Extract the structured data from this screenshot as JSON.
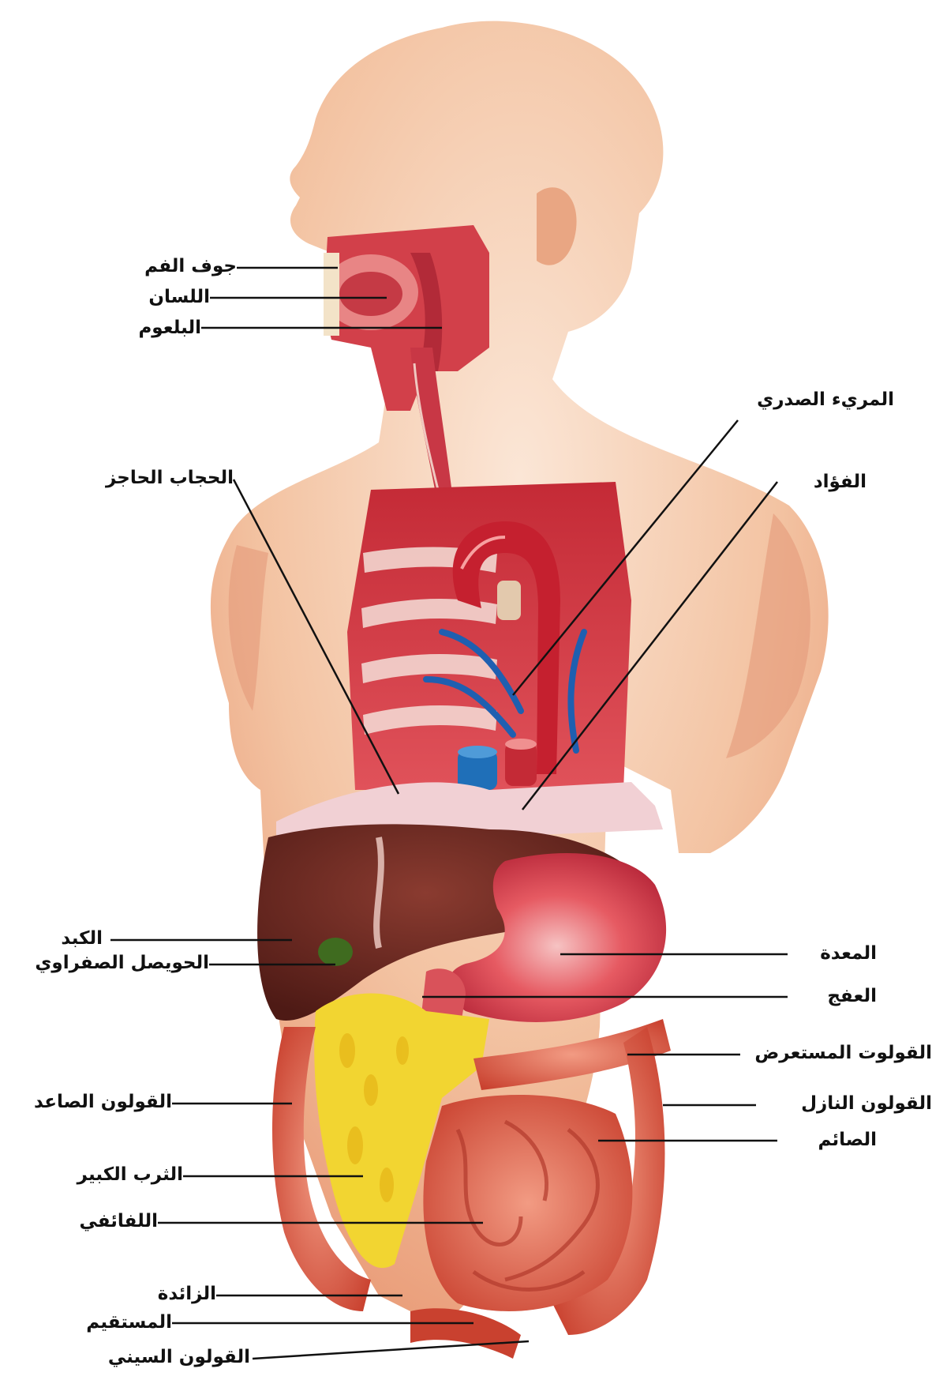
{
  "labels": {
    "mouth_cavity": "جوف الفم",
    "tongue": "اللسان",
    "pharynx": "البلعوم",
    "thoracic_esophagus": "المريء الصدري",
    "diaphragm": "الحجاب الحاجز",
    "cardia": "الفؤاد",
    "liver": "الكبد",
    "gallbladder": "الحويصل الصفراوي",
    "stomach": "المعدة",
    "duodenum": "العفج",
    "transverse_colon": "القولوت المستعرض",
    "ascending_colon": "القولون الصاعد",
    "descending_colon": "القولون النازل",
    "jejunum": "الصائم",
    "greater_omentum": "الثرب الكبير",
    "ileum": "اللفائفي",
    "appendix": "الزائدة",
    "rectum": "المستقيم",
    "sigmoid_colon": "القولون السيني"
  },
  "colors": {
    "skin": "#f2c2a0",
    "muscle": "#d9323a",
    "liver": "#6e2a22",
    "stomach": "#e24a5a",
    "intestine": "#e05a4c",
    "omentum": "#f2d531",
    "vein": "#1f5fb0",
    "gallbladder": "#3f6b1f"
  }
}
